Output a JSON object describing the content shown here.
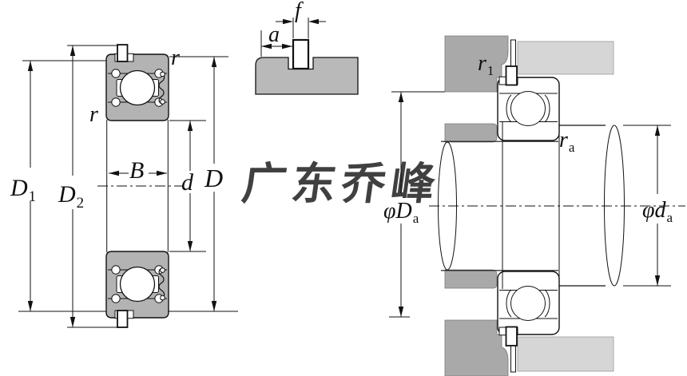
{
  "watermark": {
    "text": "广东乔峰",
    "color": "#b7b3e6"
  },
  "colors": {
    "background": "#ffffff",
    "line": "#111111",
    "bearing_ring_gray": "#b3b3b3",
    "detail_block_gray": "#b9b9b9",
    "housing_dark_gray": "#a9a9a9",
    "housing_light_gray": "#d6d6d6"
  },
  "front_view": {
    "labels": {
      "D1": {
        "main": "D",
        "sub": "1"
      },
      "D2": {
        "main": "D",
        "sub": "2"
      },
      "B": {
        "text": "B"
      },
      "d": {
        "text": "d"
      },
      "D": {
        "text": "D"
      },
      "r_top": {
        "text": "r"
      },
      "r_side": {
        "text": "r"
      }
    }
  },
  "snap_ring_detail": {
    "labels": {
      "f": {
        "text": "f"
      },
      "a": {
        "text": "a"
      }
    }
  },
  "mounting_view": {
    "labels": {
      "r1": {
        "main": "r",
        "sub": "1"
      },
      "ra": {
        "main": "r",
        "sub": "a"
      },
      "phiDa": {
        "main": "φD",
        "sub": "a"
      },
      "phida": {
        "main": "φd",
        "sub": "a"
      }
    }
  }
}
